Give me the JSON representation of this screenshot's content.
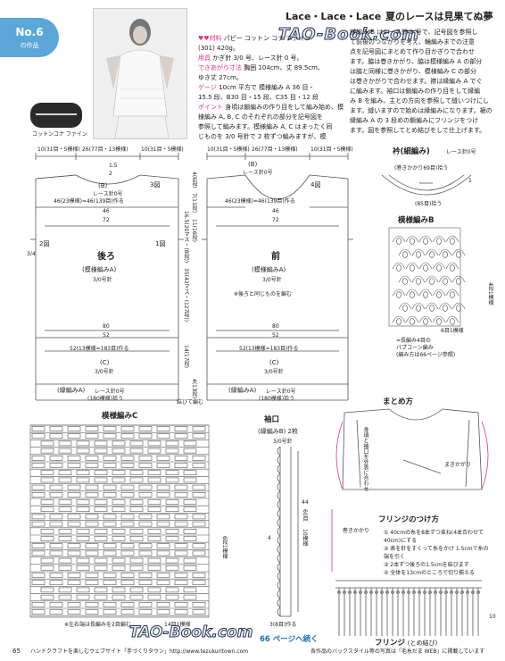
{
  "badge": {
    "number": "No.6",
    "subtitle": "の作品"
  },
  "swatch_caption": "コットンコナ ファイン",
  "header": {
    "lace": "Lace・Lace・Lace",
    "jp_title": "夏のレースは見果てぬ夢",
    "watermark": "TAO-Book.com"
  },
  "spec": {
    "material_label": "♥♥材料",
    "material_text": "パピー  コットン コナ  ファイン",
    "material_text2": "(301) 420g。",
    "tool_label": "用具",
    "tool_text": "かぎ針 3/0 号、レース針 0 号。",
    "size_label": "できあがり寸法",
    "size_text": "胸囲 104cm、丈 89.5cm、",
    "size_text2": "ゆき丈 27cm。",
    "gauge_label": "ゲージ",
    "gauge_text": "10cm 平方で 模様編み A 36 目・",
    "gauge_text2": "15.5 段、B30 目・15 段、C35 目・12 段",
    "point_label": "ポイント",
    "point_lines": [
      "身頃は鎖編みの作り目をして編み始め、模",
      "様編み A, B, C のそれぞれの部分を記号図を",
      "参照して編みます。模様編み A, C はまったく同",
      "じものを 3/0 号針で 2 枚ずつ編みますが、模"
    ],
    "right_lines": [
      "様編み B はレース針 0 号で、記号図を参照し",
      "て前後のつながりを考え、輪編みまでの注意",
      "点を記号図にまとめて作り目かぎりで合わせ",
      "ます。脇は巻きかがり、脇は模様編み A の部分",
      "は脇と同様に巻きかがり、模様編み C の部分",
      "は巻きかがりで合わせます。襟は縁編み A でぐ",
      "に編みます。袖口は鎖編みの作り目をして縁編",
      "み B を編み、主との方向を参照して縫いつけにし",
      "ます。縫いますので始めは縁編みになります。裾の",
      "縁編み A の 3 段めの鎖編みにフリンジをつけ",
      "ます。図を参照してとめ結びをして仕上げます。"
    ]
  },
  "back": {
    "title": "後ろ",
    "pattern": "(模様編みA)",
    "needle": "3/0号針",
    "sec_b": "(B)",
    "sec_b_needle": "レース針0号",
    "sec_c": "(C)",
    "sec_c_needle": "3/0号針",
    "top_left": "10(31目・5模様)",
    "top_mid": "26(77目・13模様)",
    "top_right": "10(31目・5模様)",
    "neck_dim1": "1.5",
    "neck_dim2": "2",
    "width_b": "46(23模様)=46(139目)作る",
    "width_b_val": "46",
    "width_b2": "72",
    "side_2": "2図",
    "side_1": "1図",
    "side_3": "3図",
    "side_34": "3/4",
    "bottom_80": "80",
    "bottom_52": "52",
    "bottom_note": "52(13模様=183目)作る",
    "trim": "(縁編みA)",
    "trim_needle": "レース針0号",
    "trim_count": "(180模様)拾う",
    "join_note": "結びて編む"
  },
  "front": {
    "title": "前",
    "pattern": "(模様編みA)",
    "needle": "3/0号針",
    "note": "※後ろと同じものを編む",
    "sec_b": "(B)",
    "sec_b_needle": "レース針0号",
    "sec_c": "(C)",
    "sec_c_needle": "3/0号針",
    "top_left": "10(31目・5模様)",
    "top_mid": "26(77目・13模様)",
    "top_right": "10(31目・5模様)",
    "side_4": "4図",
    "width_b": "46(23模様)=46(139目)作る",
    "width_b_val": "46",
    "width_b2": "72",
    "bottom_80": "80",
    "bottom_52": "52",
    "bottom_note": "52(13模様=183目)作る",
    "trim": "(縁編みA)",
    "trim_needle": "レース針0号",
    "trim_count": "(180模様)拾う"
  },
  "vertical_dims": {
    "a": "4(6段)",
    "b": "7(11段)",
    "c": "11(16段)",
    "d": "16.5(20マス・(8段))",
    "e": "35(42マス・(127段))",
    "f": "14(17段)",
    "g": "4(13段)"
  },
  "collar": {
    "title": "衿(細編み)",
    "needle": "レース針0号",
    "pickup1": "(巻きかかり69目)拾う",
    "pickup2": "(85目)拾う",
    "dim": "1"
  },
  "pattern_b": {
    "title": "模様編みB",
    "repeat": "6目1模様",
    "side_label": "4段1模様",
    "note1": "=長編み4目の",
    "note2": "パプコーン編み",
    "note3": "(編み方は66ページ参照)"
  },
  "pattern_c": {
    "title": "模様編みC",
    "note": "※左右端は長編みを2目編む",
    "repeat": "14目1模様",
    "side_label": "6段1模様"
  },
  "cuff": {
    "title": "袖口",
    "subtitle": "(縁編みB)",
    "count": "2枚",
    "needle": "3/0号針",
    "len": "44",
    "len2": "60目",
    "len3": "10模様",
    "w": "4",
    "bottom": "3(8目)作る"
  },
  "assembly": {
    "title": "まとめ方",
    "note1": "身頃と袖口を外表に合わせ",
    "note2": "まきかがり",
    "note3": "巻きかかり"
  },
  "fringe": {
    "title": "フリンジのつけ方",
    "steps": [
      "① 40cmの糸を8本ずつ束ね(4本合わせて",
      "   40cm)にする",
      "② 表を針をすくって糸をかけ 1.5cmで糸の",
      "   端を引く",
      "③ 2本ずつ後ろの1.5cmを結びます",
      "④ 全体を13cmのところで切り揃える"
    ],
    "label": "フリンジ",
    "label2": "(とめ結び)",
    "len": "10"
  },
  "page_ref": "66 ページへ続く",
  "watermark2": "TAO-Book.com",
  "footer": {
    "page": "65",
    "text": "ハンドクラフトを楽しむウェブサイト「手づくりタウン」http://www.tezukuritown.com",
    "note": "各作品のバックスタイル等の写真は「毛糸だま WEB」に掲載しています"
  },
  "colors": {
    "accent": "#e0318a",
    "badge": "#5aa7d8",
    "line": "#555555"
  }
}
